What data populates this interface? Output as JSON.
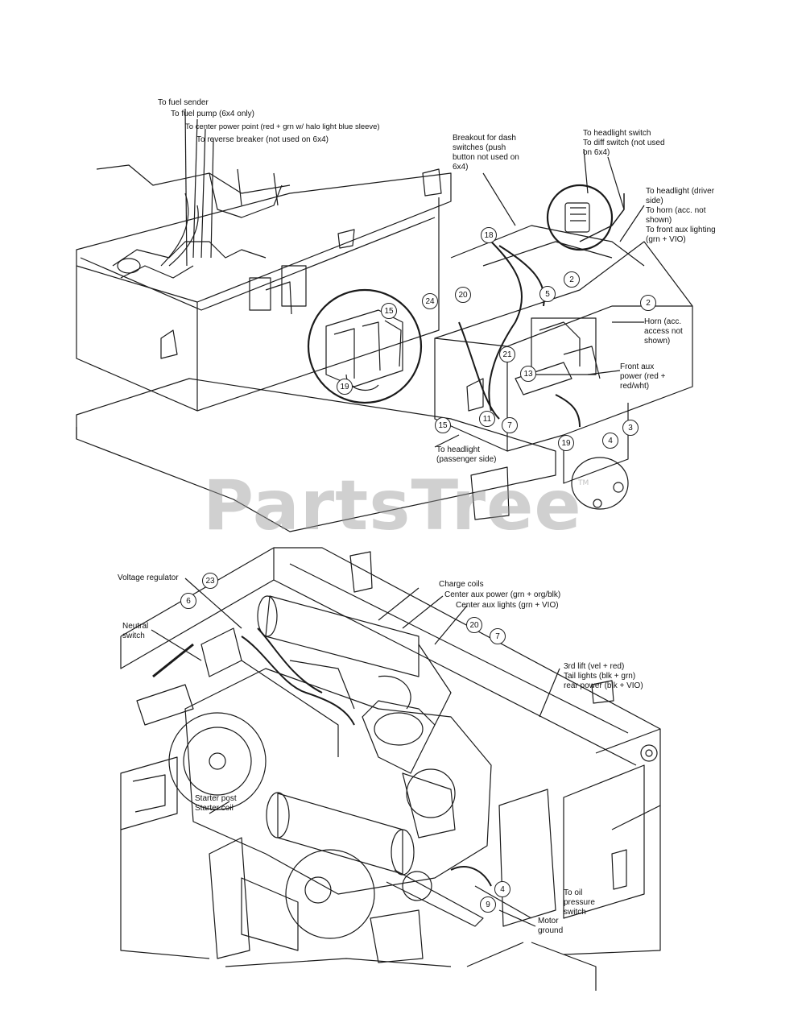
{
  "watermark": {
    "text": "PartsTree",
    "tm": "TM"
  },
  "top_view": {
    "labels": {
      "fuel_sender": "To fuel sender",
      "fuel_pump": "To fuel pump (6x4 only)",
      "power_point": "To center power point (red + grn w/ halo light blue sleeve)",
      "reverse_breaker": "To reverse breaker (not used on 6x4)",
      "breakout_1": "Breakout for dash",
      "breakout_2": "switches (push",
      "breakout_3": "button not used on",
      "breakout_4": "6x4)",
      "headlight_switch_1": "To headlight switch",
      "headlight_switch_2": "To diff switch (not used",
      "headlight_switch_3": "on 6x4)",
      "headlight_driver_1": "To headlight (driver",
      "headlight_driver_2": "side)",
      "headlight_driver_3": "To horn (acc. not",
      "headlight_driver_4": "shown)",
      "headlight_driver_5": "To front aux lighting",
      "headlight_driver_6": "(grn + VIO)",
      "horn_1": "Horn (acc.",
      "horn_2": "access not",
      "horn_3": "shown)",
      "front_aux_1": "Front aux",
      "front_aux_2": "power (red +",
      "front_aux_3": "red/wht)",
      "headlight_pass_1": "To headlight",
      "headlight_pass_2": "(passenger side)"
    },
    "callouts": [
      "18",
      "2",
      "2",
      "15",
      "24",
      "20",
      "5",
      "21",
      "13",
      "19",
      "15",
      "11",
      "7",
      "19",
      "4",
      "3"
    ]
  },
  "bottom_view": {
    "labels": {
      "voltage_regulator": "Voltage regulator",
      "neutral_1": "Neutral",
      "neutral_2": "switch",
      "charge_coils": "Charge coils",
      "center_aux_power": "Center aux power (grn + org/blk)",
      "center_aux_lights": "Center aux lights (grn + VIO)",
      "rear_1": "3rd lift (vel + red)",
      "rear_2": "Tail lights (blk + grn)",
      "rear_3": "rear power (blk + VIO)",
      "starter_post": "Starter post",
      "starter_coil": "Starter coil",
      "oil_1": "To oil",
      "oil_2": "pressure",
      "oil_3": "switch",
      "motor_1": "Motor",
      "motor_2": "ground"
    },
    "callouts": [
      "23",
      "6",
      "20",
      "7",
      "4",
      "9"
    ]
  },
  "colors": {
    "line": "#1a1a1a",
    "paper": "#ffffff",
    "watermark": "#969696"
  }
}
